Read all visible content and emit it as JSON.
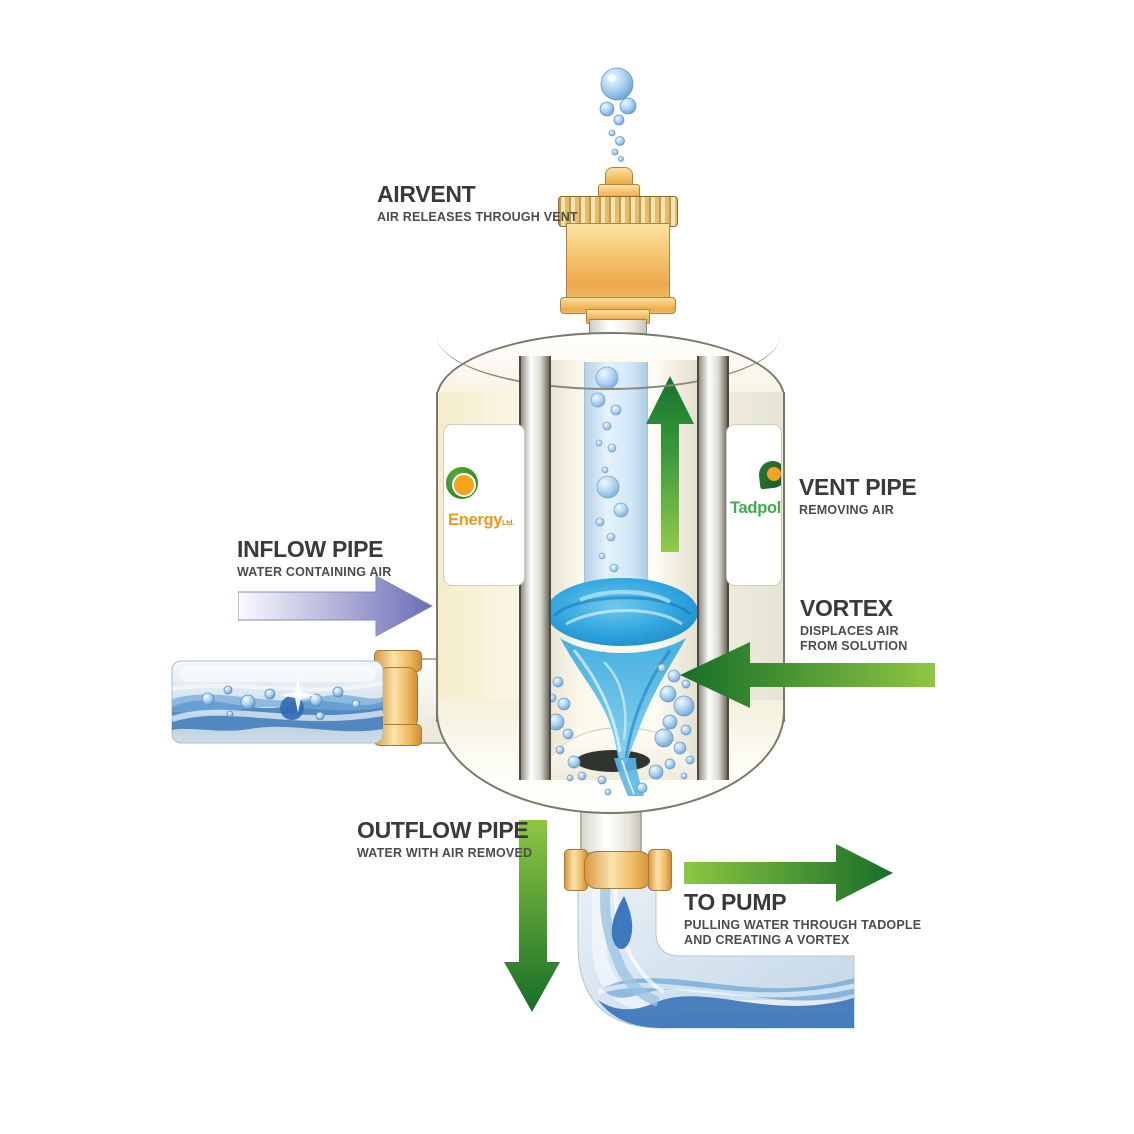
{
  "diagram": {
    "airvent": {
      "title": "AIRVENT",
      "subtitle": "AIR RELEASES THROUGH VENT"
    },
    "inflow_pipe": {
      "title": "INFLOW PIPE",
      "subtitle": "WATER CONTAINING AIR"
    },
    "vent_pipe": {
      "title": "VENT PIPE",
      "subtitle": "REMOVING AIR"
    },
    "vortex": {
      "title": "VORTEX",
      "subtitle": "DISPLACES AIR FROM SOLUTION"
    },
    "outflow_pipe": {
      "title": "OUTFLOW PIPE",
      "subtitle": "WATER WITH AIR REMOVED"
    },
    "to_pump": {
      "title": "TO PUMP",
      "subtitle": "PULLING WATER THROUGH TADOPLE AND CREATING A VORTEX"
    }
  },
  "branding": {
    "energy": {
      "name": "Energy",
      "suffix": "Ltd."
    },
    "tadpole": {
      "name": "Tadpole"
    }
  },
  "colors": {
    "green_dark": "#156e28",
    "green_light": "#8ec741",
    "purple": "#6b6cb6",
    "brass": "#f3c06a",
    "water_blue": "#2fa8e0",
    "vessel_cream": "#f8f3d6",
    "heading_text": "#3a3a3a",
    "subtext": "#4c4c4c",
    "energy_orange": "#f5941e",
    "energy_green": "#2e8822",
    "tadpole_green": "#3fae49"
  }
}
